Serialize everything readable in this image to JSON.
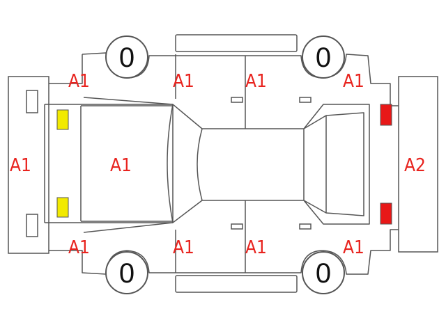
{
  "colors": {
    "grade_text": "#e8231e",
    "outline": "#555555",
    "front_lamp": "#f2ea00",
    "rear_lamp": "#e81818"
  },
  "tires": {
    "front_left": "0",
    "front_right": "0",
    "rear_left": "0",
    "rear_right": "0"
  },
  "grades": {
    "front_bumper": "A1",
    "hood": "A1",
    "rear_bumper": "A2",
    "front_left_fender": "A1",
    "front_left_door": "A1",
    "rear_left_door": "A1",
    "rear_left_quarter": "A1",
    "front_right_fender": "A1",
    "front_right_door": "A1",
    "rear_right_door": "A1",
    "rear_right_quarter": "A1"
  }
}
